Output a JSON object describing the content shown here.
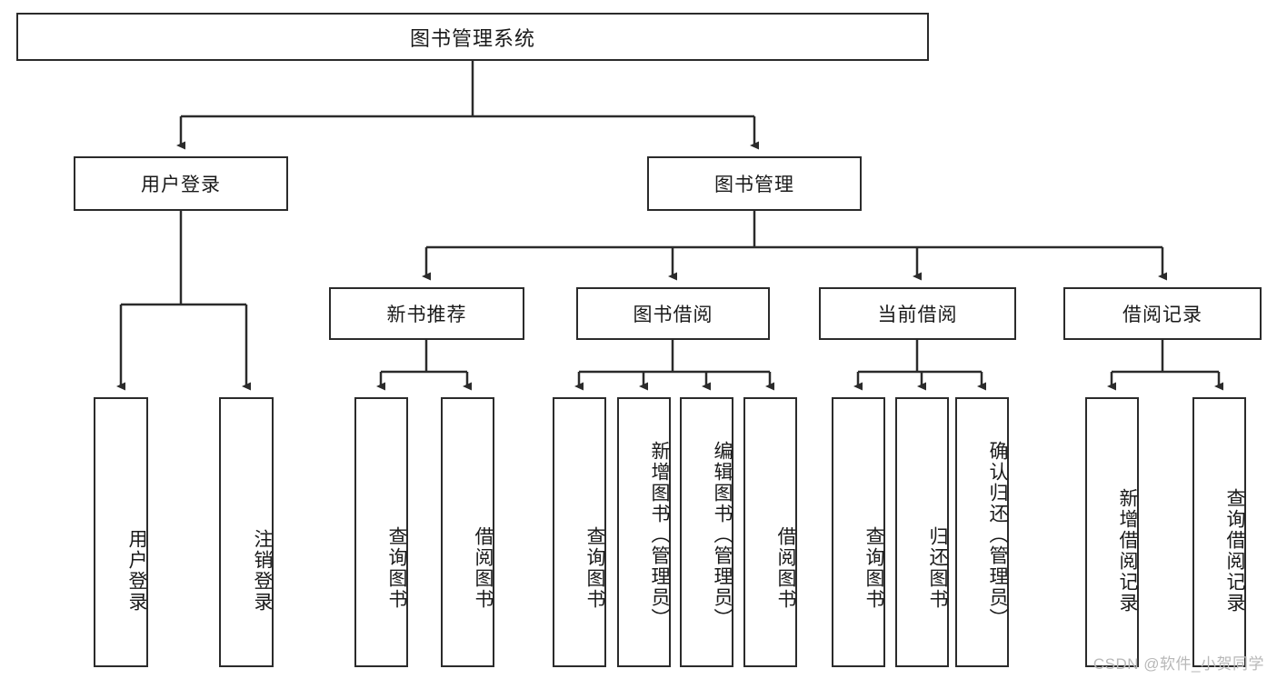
{
  "diagram": {
    "type": "tree-hierarchy",
    "title": "图书管理系统",
    "orientation": "top-down",
    "levels": 4,
    "root": {
      "id": "root",
      "label": "图书管理系统"
    },
    "level2": [
      {
        "id": "user-login",
        "label": "用户登录"
      },
      {
        "id": "book-management",
        "label": "图书管理"
      }
    ],
    "level3": [
      {
        "id": "new-book-recommend",
        "label": "新书推荐",
        "parent": "book-management"
      },
      {
        "id": "book-borrow",
        "label": "图书借阅",
        "parent": "book-management"
      },
      {
        "id": "current-borrow",
        "label": "当前借阅",
        "parent": "book-management"
      },
      {
        "id": "borrow-record",
        "label": "借阅记录",
        "parent": "book-management"
      }
    ],
    "leaves": [
      {
        "id": "leaf-user-login",
        "label": "用户登录",
        "parent": "user-login"
      },
      {
        "id": "leaf-logout",
        "label": "注销登录",
        "parent": "user-login"
      },
      {
        "id": "leaf-query-book-1",
        "label": "查询图书",
        "parent": "new-book-recommend"
      },
      {
        "id": "leaf-borrow-book-1",
        "label": "借阅图书",
        "parent": "new-book-recommend"
      },
      {
        "id": "leaf-query-book-2",
        "label": "查询图书",
        "parent": "book-borrow"
      },
      {
        "id": "leaf-add-book",
        "label": "新增图书（管理员）",
        "parent": "book-borrow"
      },
      {
        "id": "leaf-edit-book",
        "label": "编辑图书（管理员）",
        "parent": "book-borrow"
      },
      {
        "id": "leaf-borrow-book-2",
        "label": "借阅图书",
        "parent": "book-borrow"
      },
      {
        "id": "leaf-query-book-3",
        "label": "查询图书",
        "parent": "current-borrow"
      },
      {
        "id": "leaf-return-book",
        "label": "归还图书",
        "parent": "current-borrow"
      },
      {
        "id": "leaf-confirm-return",
        "label": "确认归还（管理员）",
        "parent": "current-borrow"
      },
      {
        "id": "leaf-add-record",
        "label": "新增借阅记录",
        "parent": "borrow-record"
      },
      {
        "id": "leaf-query-record",
        "label": "查询借阅记录",
        "parent": "borrow-record"
      }
    ]
  },
  "watermark": {
    "text": "CSDN @软件_小贺同学"
  },
  "colors": {
    "stroke": "#2b2b2b",
    "fill": "#ffffff",
    "text": "#1a1a1a",
    "watermark": "#b8b8b8"
  }
}
